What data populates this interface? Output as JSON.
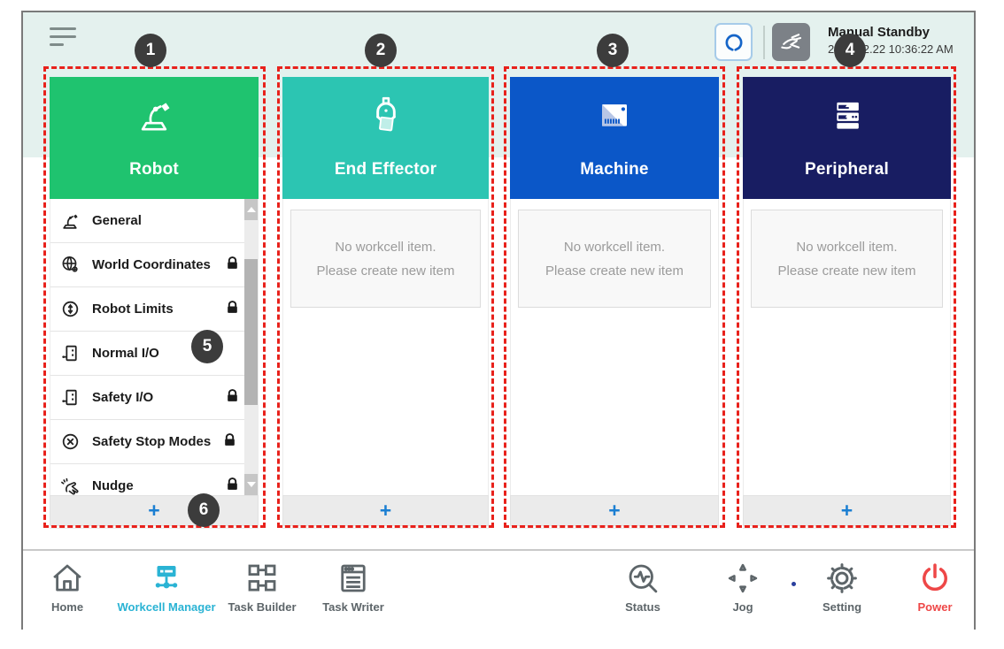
{
  "topbar": {
    "status_title": "Manual Standby",
    "status_time": "2019.02.22 10:36:22 AM",
    "icons": [
      "gripper-quick-icon",
      "manual-hand-icon"
    ]
  },
  "columns": [
    {
      "label": "Robot",
      "color": "#1fc36f"
    },
    {
      "label": "End Effector",
      "color": "#2cc5b2"
    },
    {
      "label": "Machine",
      "color": "#0b57c8"
    },
    {
      "label": "Peripheral",
      "color": "#181d62"
    }
  ],
  "robot_menu": [
    {
      "label": "General",
      "icon": "robot-arm-icon",
      "locked": false
    },
    {
      "label": "World Coordinates",
      "icon": "globe-icon",
      "locked": true
    },
    {
      "label": "Robot Limits",
      "icon": "limits-icon",
      "locked": true
    },
    {
      "label": "Normal I/O",
      "icon": "io-icon",
      "locked": false
    },
    {
      "label": "Safety I/O",
      "icon": "io-icon",
      "locked": true
    },
    {
      "label": "Safety Stop Modes",
      "icon": "stop-circle-icon",
      "locked": true
    },
    {
      "label": "Nudge",
      "icon": "nudge-hand-icon",
      "locked": true
    }
  ],
  "empty_state": {
    "line1": "No workcell item.",
    "line2": "Please create new item"
  },
  "add_label": "+",
  "callouts": [
    "1",
    "2",
    "3",
    "4",
    "5",
    "6"
  ],
  "nav": [
    {
      "label": "Home"
    },
    {
      "label": "Workcell Manager",
      "active": true
    },
    {
      "label": "Task Builder"
    },
    {
      "label": "Task Writer"
    },
    {
      "label": "Status"
    },
    {
      "label": "Jog"
    },
    {
      "label": "Setting"
    },
    {
      "label": "Power",
      "power": true
    }
  ],
  "colors": {
    "active_nav": "#2ab3d4",
    "power_red": "#ee4747",
    "add_blue": "#1b7fd2",
    "callout_red": "#e8211b",
    "badge_gray": "#3c3c3c",
    "band_mint": "#e4f1ee"
  }
}
